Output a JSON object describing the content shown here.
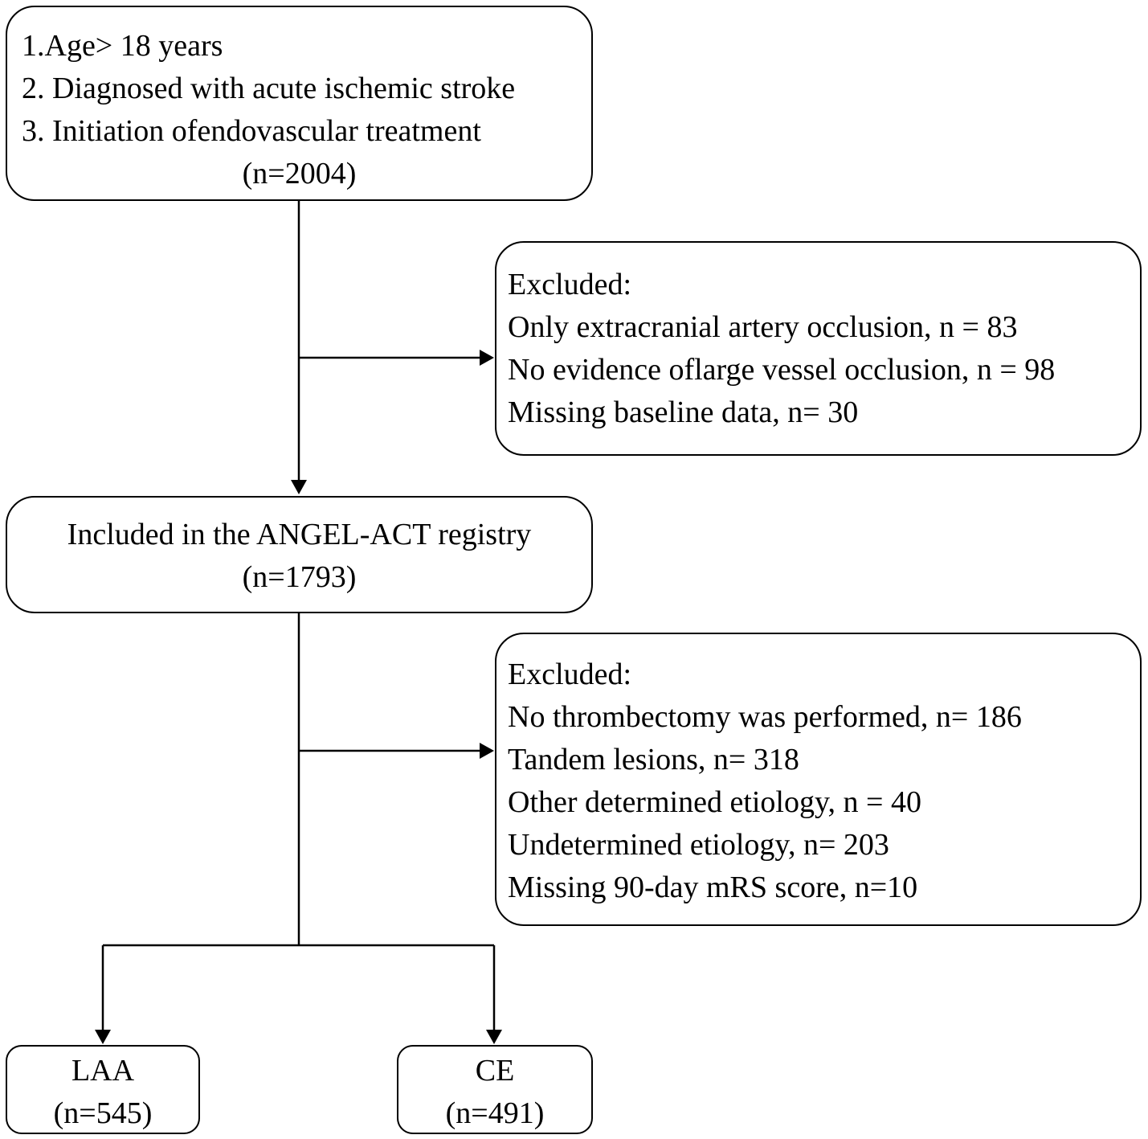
{
  "criteria": {
    "lines": [
      "1.Age> 18 years",
      "2. Diagnosed with acute ischemic stroke",
      "3. Initiation ofendovascular treatment"
    ],
    "n": "(n=2004)"
  },
  "exclusion1": {
    "title": "Excluded:",
    "items": [
      "Only extracranial artery occlusion, n = 83",
      "No evidence oflarge vessel occlusion, n = 98",
      "Missing baseline data, n= 30"
    ]
  },
  "included": {
    "label": "Included in the ANGEL-ACT registry",
    "n": "(n=1793)"
  },
  "exclusion2": {
    "title": "Excluded:",
    "items": [
      "No thrombectomy was performed, n= 186",
      "Tandem lesions, n= 318",
      "Other determined etiology, n = 40",
      "Undetermined etiology, n= 203",
      "Missing 90-day mRS score, n=10"
    ]
  },
  "groups": [
    {
      "label": "LAA",
      "n": "(n=545)"
    },
    {
      "label": "CE",
      "n": "(n=491)"
    }
  ],
  "colors": {
    "stroke": "#000000",
    "background": "#ffffff"
  }
}
